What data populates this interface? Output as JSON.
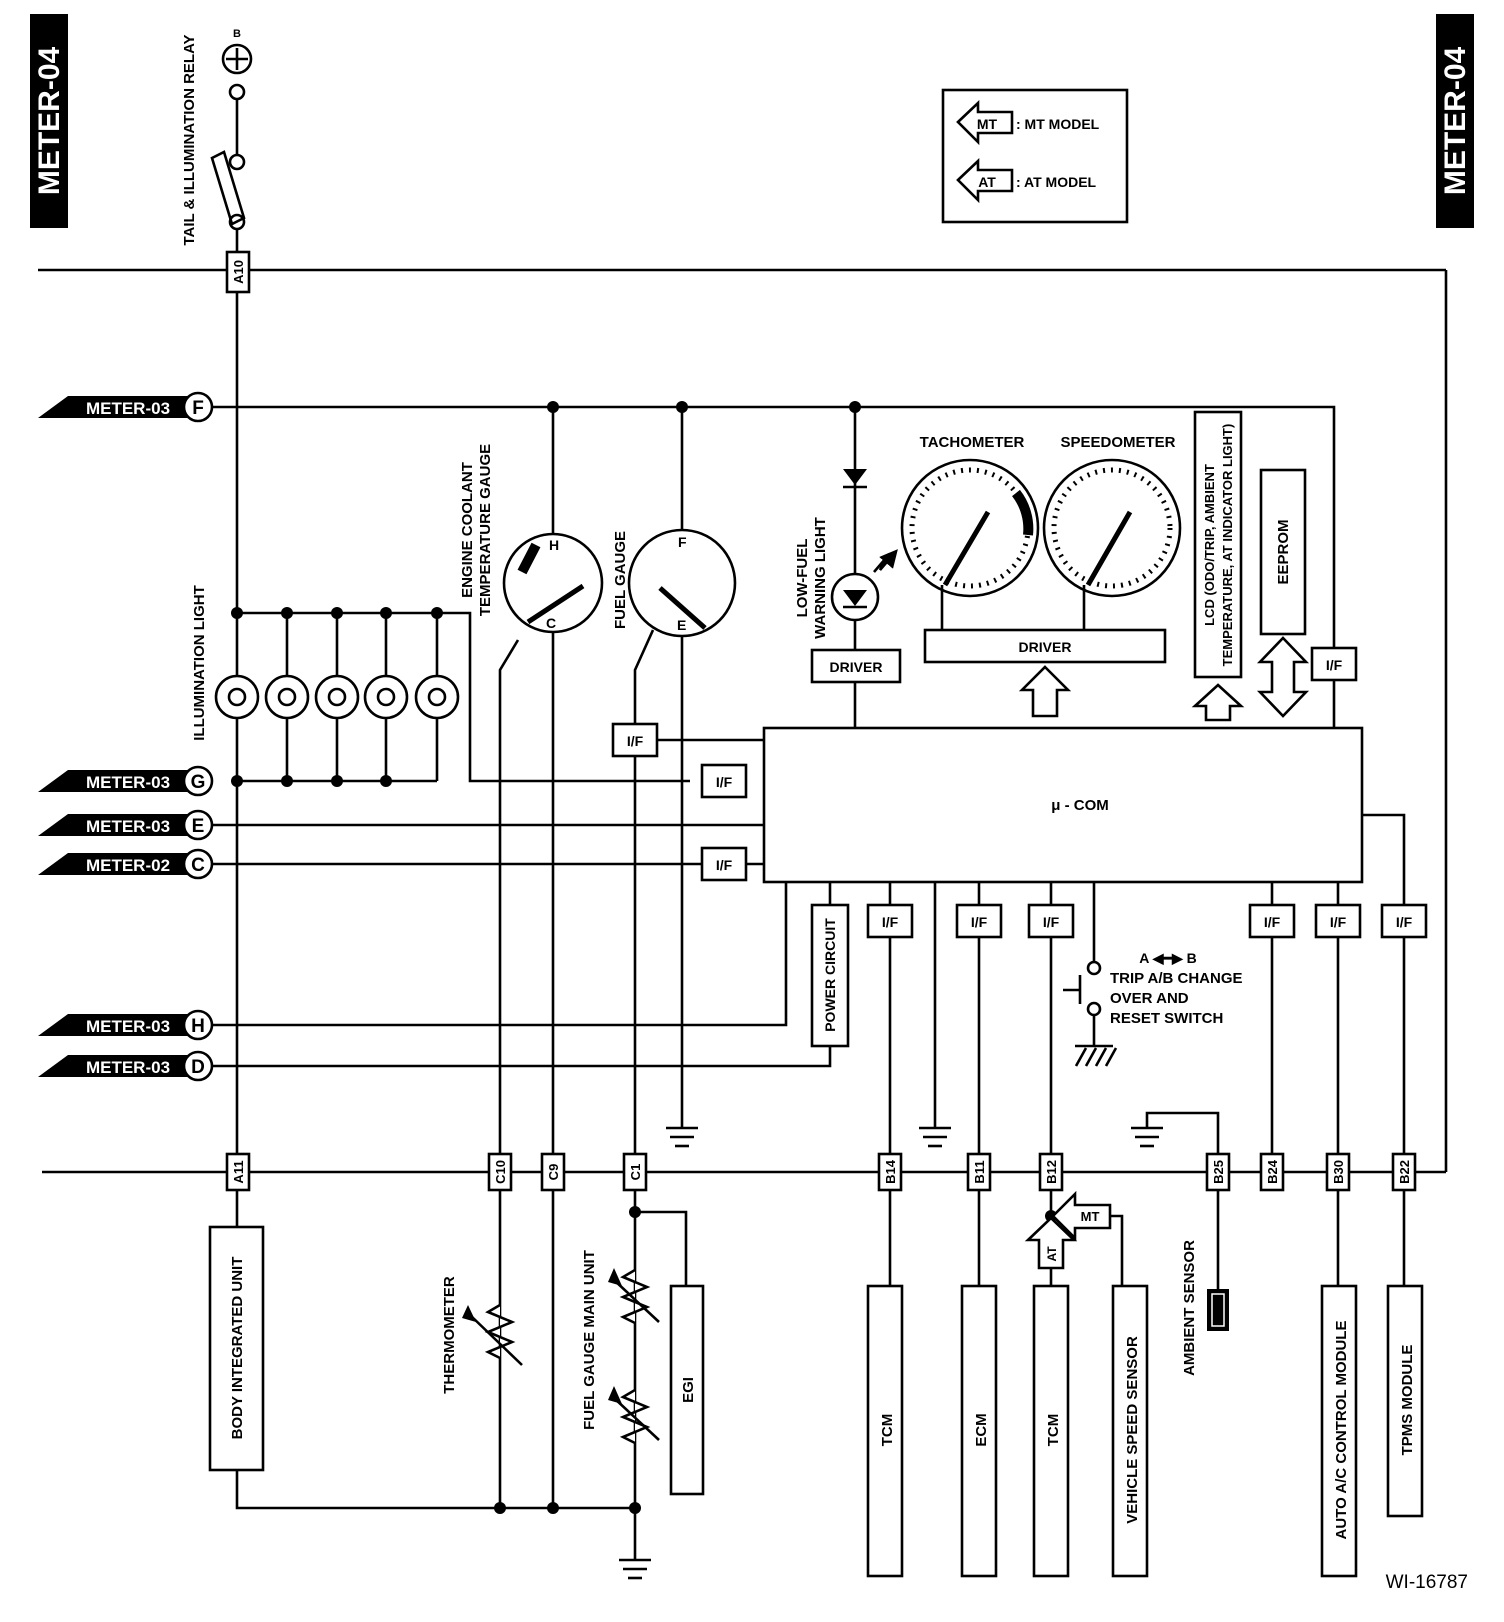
{
  "page_tags": {
    "left": "METER-04",
    "right": "METER-04"
  },
  "legend": {
    "mt_symbol": "MT",
    "mt_text": ": MT MODEL",
    "at_symbol": "AT",
    "at_text": ": AT MODEL"
  },
  "relay": {
    "label": "TAIL & ILLUMINATION RELAY",
    "supply": "B"
  },
  "off_page_refs": [
    {
      "page": "METER-03",
      "letter": "F"
    },
    {
      "page": "METER-03",
      "letter": "G"
    },
    {
      "page": "METER-03",
      "letter": "E"
    },
    {
      "page": "METER-02",
      "letter": "C"
    },
    {
      "page": "METER-03",
      "letter": "H"
    },
    {
      "page": "METER-03",
      "letter": "D"
    }
  ],
  "labels": {
    "illumination_light": "ILLUMINATION LIGHT",
    "coolant_gauge_1": "ENGINE COOLANT",
    "coolant_gauge_2": "TEMPERATURE GAUGE",
    "coolant_hot": "H",
    "coolant_cold": "C",
    "fuel_gauge": "FUEL GAUGE",
    "fuel_full": "F",
    "fuel_empty": "E",
    "low_fuel_1": "LOW-FUEL",
    "low_fuel_2": "WARNING LIGHT",
    "driver_low_fuel": "DRIVER",
    "tachometer": "TACHOMETER",
    "speedometer": "SPEEDOMETER",
    "driver_meters": "DRIVER",
    "lcd_1": "LCD (ODO/TRIP, AMBIENT",
    "lcd_2": "TEMPERATURE, AT INDICATOR LIGHT)",
    "eeprom": "EEPROM",
    "mcom": "μ - COM",
    "power_circuit": "POWER CIRCUIT",
    "interface": "I/F",
    "trip_ab": "A ◀━▶ B",
    "trip_switch_1": "TRIP A/B CHANGE",
    "trip_switch_2": "OVER AND",
    "trip_switch_3": "RESET SWITCH",
    "body_integrated_unit": "BODY INTEGRATED UNIT",
    "thermometer": "THERMOMETER",
    "fuel_gauge_main_unit": "FUEL GAUGE MAIN UNIT",
    "egi": "EGI",
    "tcm_1": "TCM",
    "ecm": "ECM",
    "tcm_2": "TCM",
    "vehicle_speed_sensor": "VEHICLE SPEED SENSOR",
    "ambient_sensor": "AMBIENT SENSOR",
    "auto_ac": "AUTO A/C CONTROL MODULE",
    "tpms": "TPMS MODULE",
    "mt_tag": "MT",
    "at_tag": "AT",
    "figure_id": "WI-16787"
  },
  "connectors_top": [
    "A10"
  ],
  "connectors_bottom": [
    "A11",
    "C10",
    "C9",
    "C1",
    "B14",
    "B11",
    "B12",
    "B25",
    "B24",
    "B30",
    "B22"
  ]
}
